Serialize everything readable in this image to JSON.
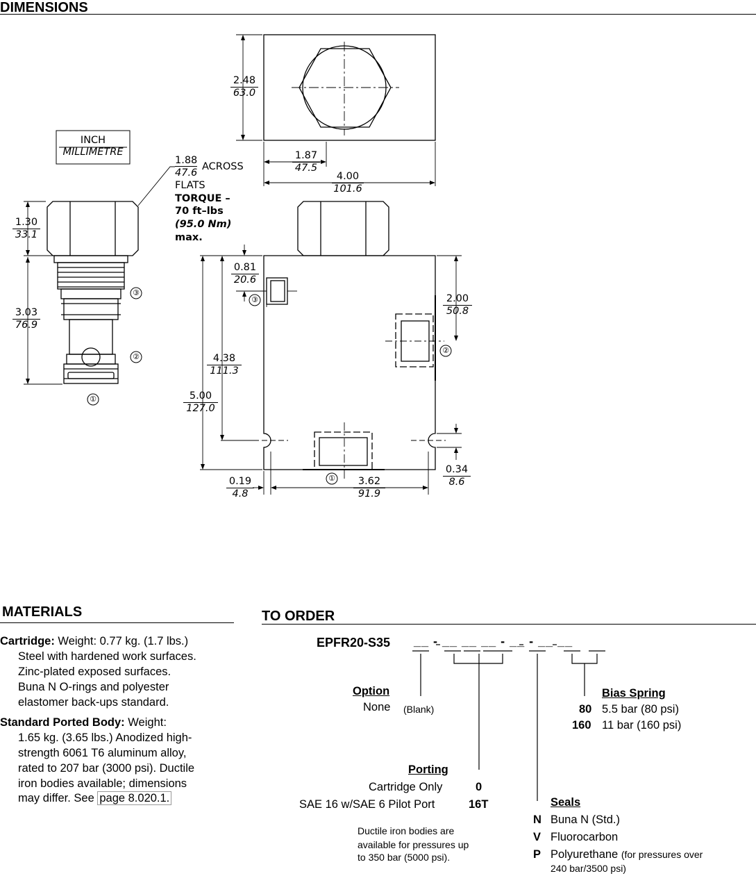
{
  "headings": {
    "dimensions": "DIMENSIONS",
    "materials": "MATERIALS",
    "to_order": "TO ORDER"
  },
  "drawing": {
    "unit_legend": {
      "top": "INCH",
      "bottom": "MILLIMETRE"
    },
    "across_flats": {
      "inch": "1.88",
      "mm": "47.6",
      "label1": "ACROSS",
      "label2": "FLATS"
    },
    "torque": {
      "line1": "TORQUE –",
      "line2": "70  ft–lbs",
      "line3": "(95.0 Nm)",
      "line4": "max."
    },
    "dims": {
      "hex_height": {
        "inch": "2.48",
        "mm": "63.0"
      },
      "port_width": {
        "inch": "1.87",
        "mm": "47.5"
      },
      "body_width": {
        "inch": "4.00",
        "mm": "101.6"
      },
      "cart_hex": {
        "inch": "1.30",
        "mm": "33.1"
      },
      "cart_body": {
        "inch": "3.03",
        "mm": "76.9"
      },
      "port3_depth": {
        "inch": "0.81",
        "mm": "20.6"
      },
      "port2_depth": {
        "inch": "2.00",
        "mm": "50.8"
      },
      "hole_height": {
        "inch": "4.38",
        "mm": "111.3"
      },
      "body_height": {
        "inch": "5.00",
        "mm": "127.0"
      },
      "hole_offset": {
        "inch": "0.34",
        "mm": "8.6"
      },
      "hole_edge": {
        "inch": "0.19",
        "mm": "4.8"
      },
      "hole_span": {
        "inch": "3.62",
        "mm": "91.9"
      }
    },
    "port_labels": [
      "①",
      "②",
      "③"
    ]
  },
  "materials": {
    "cartridge_label": "Cartridge:",
    "cartridge_lines": [
      " Weight: 0.77 kg. (1.7 lbs.)",
      "Steel with hardened work surfaces.",
      "Zinc-plated exposed surfaces.",
      "Buna N O-rings and polyester",
      "elastomer back-ups standard."
    ],
    "body_label": "Standard Ported Body:",
    "body_lines": [
      " Weight:",
      "1.65 kg. (3.65 lbs.) Anodized high-",
      "strength 6061 T6 aluminum alloy,",
      "rated to 207 bar (3000 psi). Ductile",
      "iron bodies available; dimensions",
      "may differ. See "
    ],
    "page_link": "page 8.020.1."
  },
  "order": {
    "model_code": "EPFR20-S35",
    "code_suffix": "__ - __ __ __ - __ - __ __",
    "option": {
      "title": "Option",
      "none": "None",
      "blank": "(Blank)"
    },
    "bias_spring": {
      "title": "Bias Spring",
      "items": [
        {
          "code": "80",
          "desc": "5.5 bar (80 psi)"
        },
        {
          "code": "160",
          "desc": "11 bar (160 psi)"
        }
      ]
    },
    "porting": {
      "title": "Porting",
      "items": [
        {
          "desc": "Cartridge Only",
          "code": "0"
        },
        {
          "desc": "SAE 16 w/SAE 6 Pilot Port",
          "code": "16T"
        }
      ],
      "note": [
        "Ductile iron bodies are",
        "available for pressures up",
        "to 350 bar (5000 psi)."
      ]
    },
    "seals": {
      "title": "Seals",
      "items": [
        {
          "code": "N",
          "desc": "Buna N (Std.)"
        },
        {
          "code": "V",
          "desc": "Fluorocarbon"
        },
        {
          "code": "P",
          "desc": "Polyurethane",
          "note": "(for pressures over",
          "note2": "240 bar/3500 psi)"
        }
      ]
    }
  }
}
